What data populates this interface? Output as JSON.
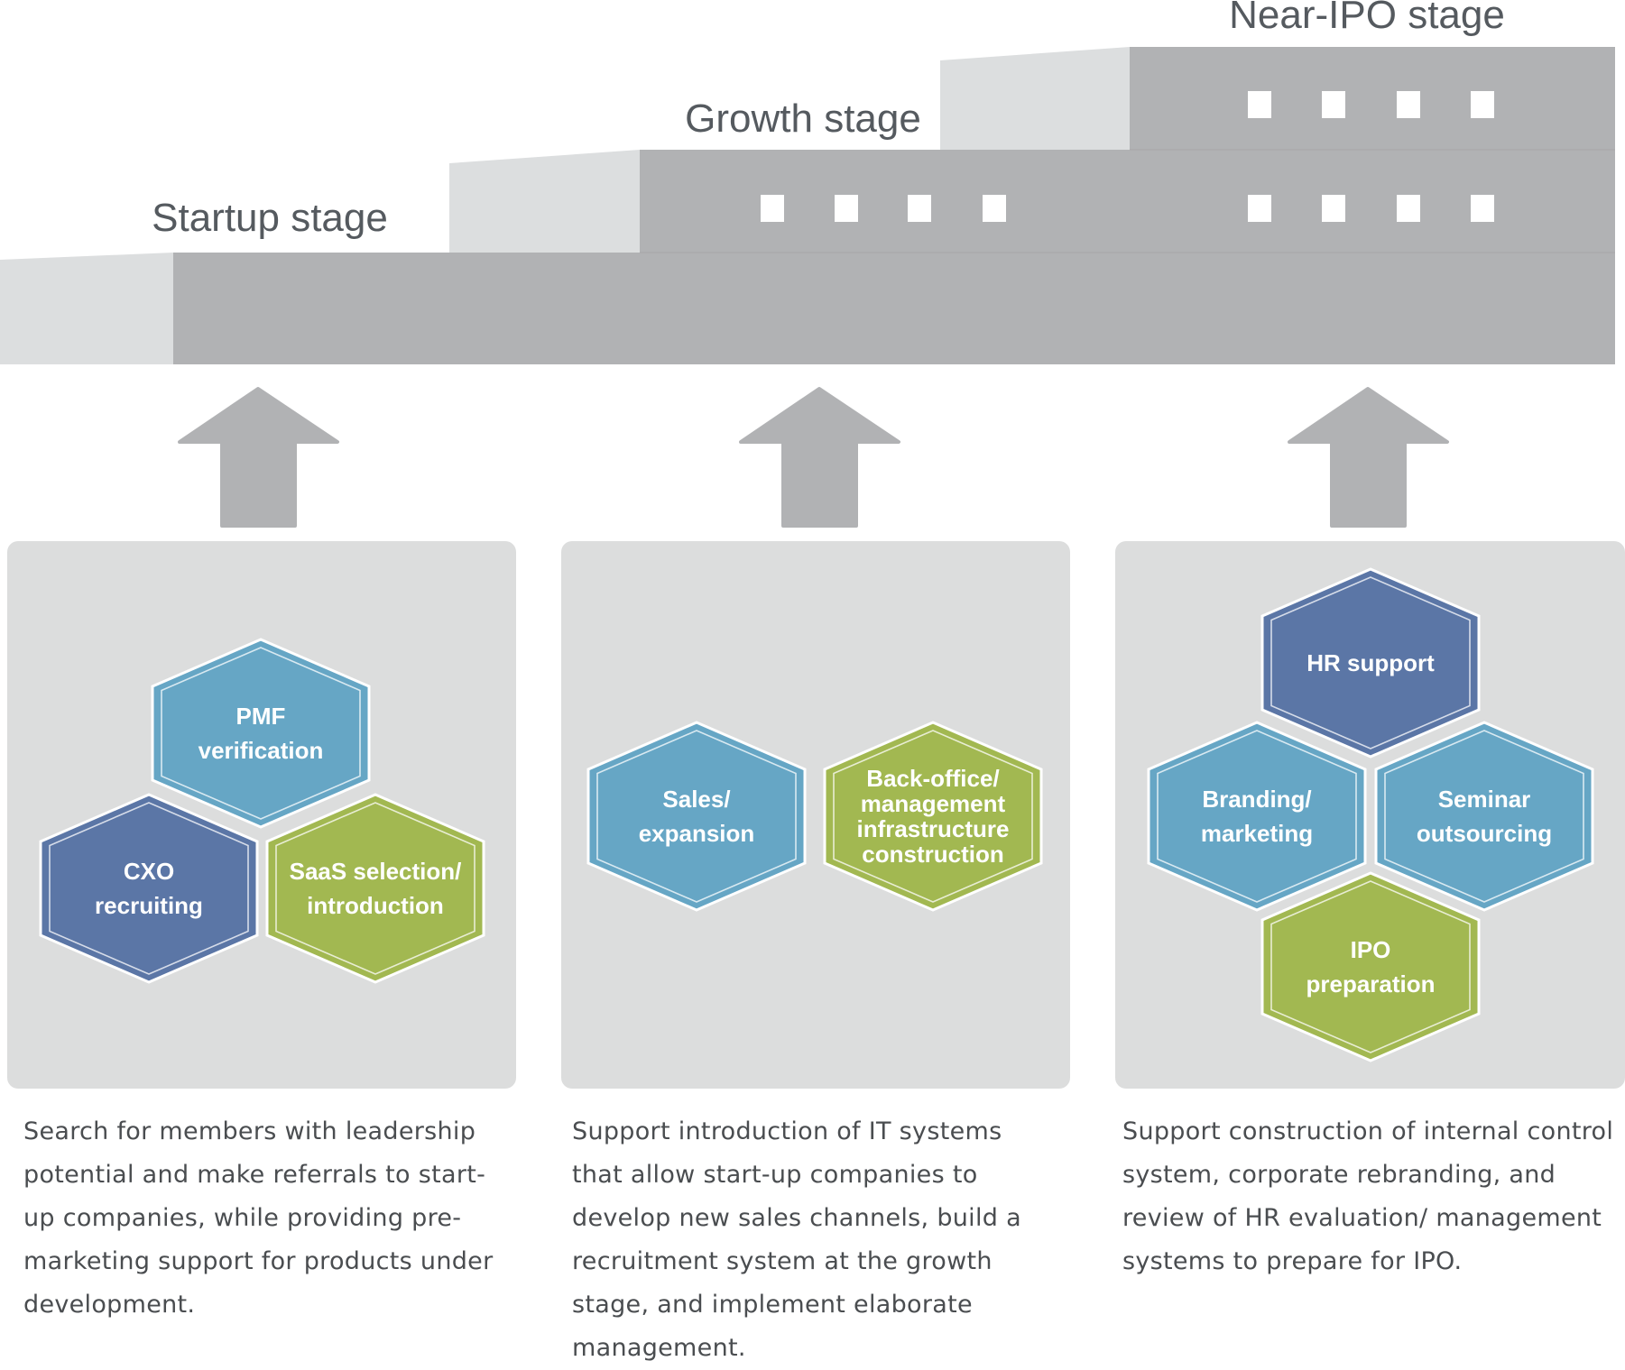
{
  "stages": [
    {
      "title": "Startup stage"
    },
    {
      "title": "Growth stage"
    },
    {
      "title": "Near-IPO stage"
    }
  ],
  "panels": [
    {
      "hexes": [
        {
          "lines": [
            "PMF",
            "verification"
          ],
          "color": "light-blue"
        },
        {
          "lines": [
            "CXO",
            "recruiting"
          ],
          "color": "dark-blue"
        },
        {
          "lines": [
            "SaaS selection/",
            "introduction"
          ],
          "color": "green"
        }
      ],
      "description": "Search for members with leadership potential and make referrals to start-up companies, while providing pre-marketing support for products under development."
    },
    {
      "hexes": [
        {
          "lines": [
            "Sales/",
            "expansion"
          ],
          "color": "light-blue"
        },
        {
          "lines": [
            "Back-office/",
            "management",
            "infrastructure",
            "construction"
          ],
          "color": "green"
        }
      ],
      "description": "Support introduction of IT systems that allow start-up companies to develop new sales channels, build a recruitment system at the growth stage, and implement elaborate management."
    },
    {
      "hexes": [
        {
          "lines": [
            "HR support"
          ],
          "color": "dark-blue"
        },
        {
          "lines": [
            "Branding/",
            "marketing"
          ],
          "color": "light-blue"
        },
        {
          "lines": [
            "Seminar",
            "outsourcing"
          ],
          "color": "light-blue"
        },
        {
          "lines": [
            "IPO",
            "preparation"
          ],
          "color": "green"
        }
      ],
      "description": "Support construction of internal control system, corporate rebranding, and review of HR evaluation/ management systems to prepare for IPO."
    }
  ],
  "colors": {
    "light-blue": "#66a6c5",
    "dark-blue": "#5b76a6",
    "green": "#a2b851",
    "building": "#b1b2b4",
    "building_light": "#dcdedf",
    "panel": "#dcdddd",
    "arrow": "#b1b2b4"
  }
}
